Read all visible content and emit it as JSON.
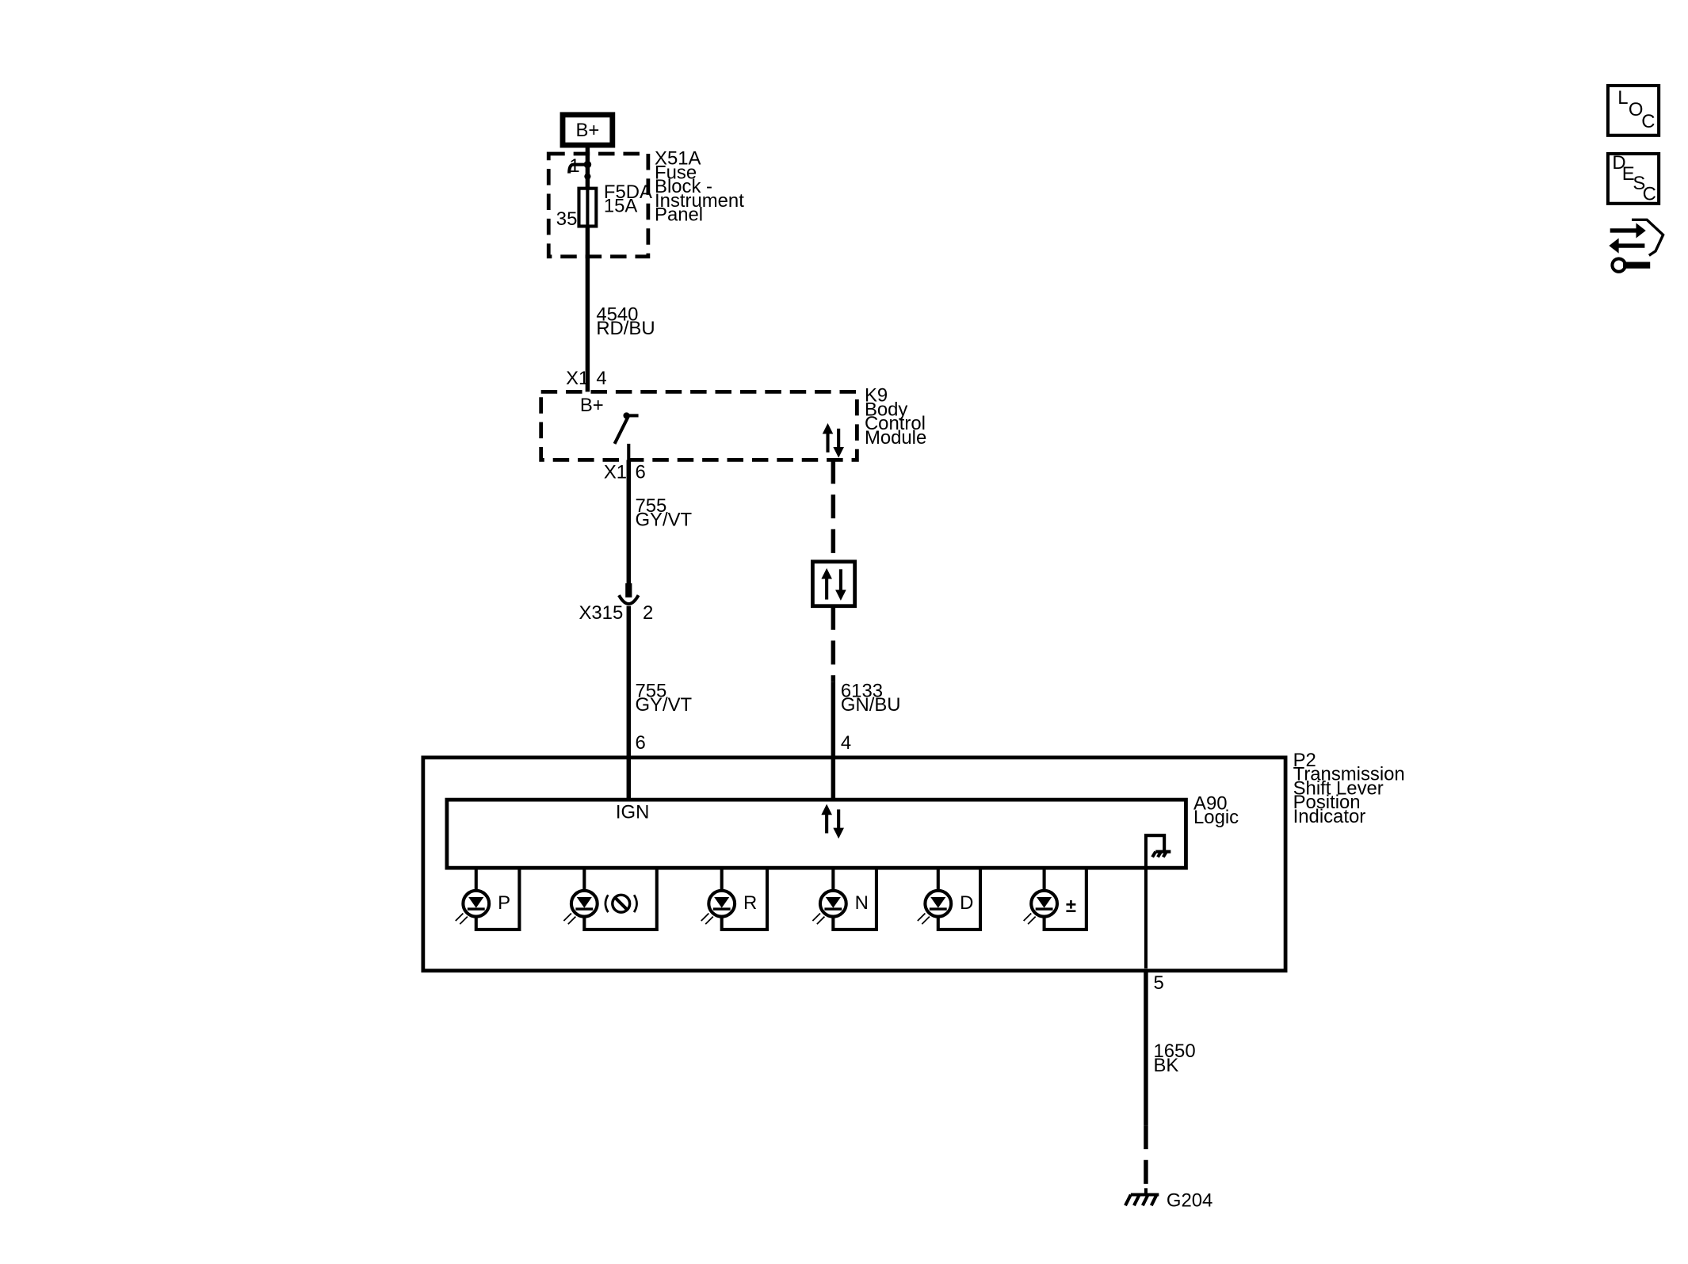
{
  "power": {
    "label": "B+"
  },
  "fuse_block": {
    "name": "X51A",
    "desc": [
      "Fuse",
      "Block -",
      "Instrument",
      "Panel"
    ],
    "pin_in": "1",
    "pin_out": "35",
    "fuse": "F5DA",
    "rating": "15A"
  },
  "wire_4540": {
    "circuit": "4540",
    "color": "RD/BU"
  },
  "bcm": {
    "name": "K9",
    "desc": [
      "Body",
      "Control",
      "Module"
    ],
    "conn_in": "X1",
    "pin_in": "4",
    "bplus": "B+",
    "conn_out": "X1",
    "pin_out": "6"
  },
  "wire_755_a": {
    "circuit": "755",
    "color": "GY/VT"
  },
  "inline_connector": {
    "name": "X315",
    "pin": "2"
  },
  "wire_755_b": {
    "circuit": "755",
    "color": "GY/VT",
    "pin": "6"
  },
  "wire_6133": {
    "circuit": "6133",
    "color": "GN/BU",
    "pin": "4"
  },
  "indicator": {
    "name": "P2",
    "desc": [
      "Transmission",
      "Shift Lever",
      "Position",
      "Indicator"
    ],
    "logic_name": "A90",
    "logic_desc": "Logic",
    "ign_label": "IGN",
    "leds": [
      "P",
      "",
      "R",
      "N",
      "D",
      "±"
    ],
    "ground_pin": "5"
  },
  "wire_1650": {
    "circuit": "1650",
    "color": "BK"
  },
  "ground": {
    "name": "G204"
  },
  "side_buttons": {
    "loc": [
      "L",
      "O",
      "C"
    ],
    "desc": [
      "D",
      "E",
      "S",
      "C"
    ]
  }
}
